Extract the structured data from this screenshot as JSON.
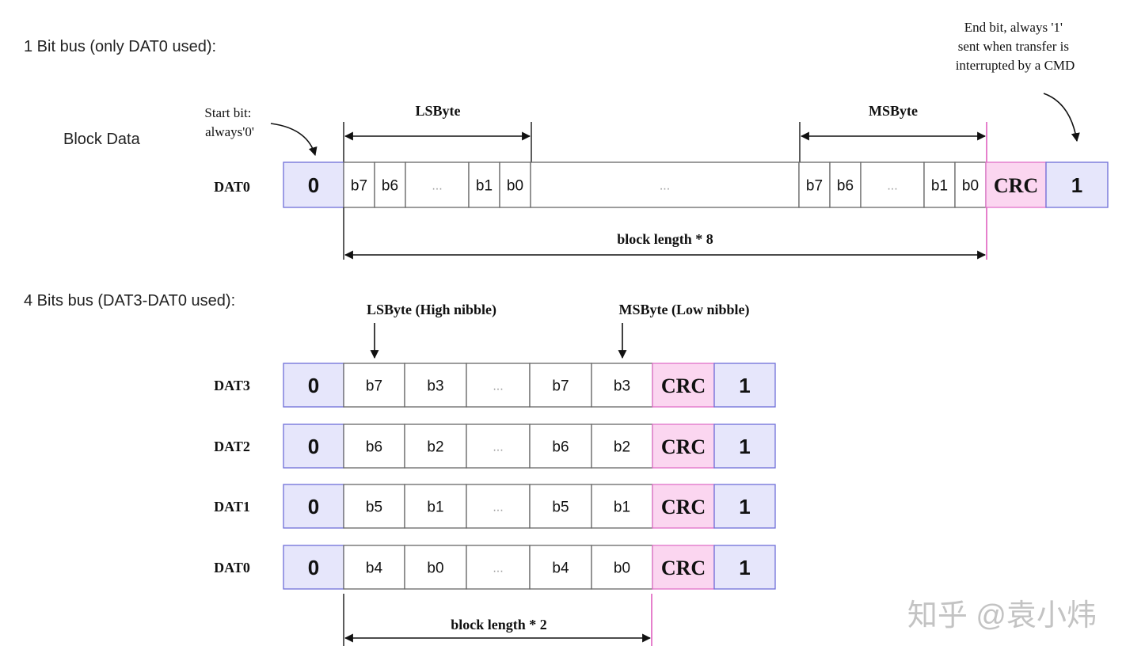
{
  "colors": {
    "start_end_fill": "#e6e6fb",
    "start_end_stroke": "#6f6fd8",
    "crc_fill": "#fbd6f0",
    "crc_stroke": "#e070c8",
    "bit_fill": "#ffffff",
    "line": "#111111"
  },
  "one_bit": {
    "heading": "1 Bit bus (only DAT0 used):",
    "block_label": "Block Data",
    "start_note": [
      "Start bit:",
      "always'0'"
    ],
    "end_note": [
      "End bit, always '1'",
      "sent when transfer is",
      "interrupted by a CMD"
    ],
    "lsbyte_label": "LSByte",
    "msbyte_label": "MSByte",
    "length_label": "block length * 8",
    "row": {
      "label": "DAT0",
      "cells": [
        {
          "text": "0",
          "kind": "start"
        },
        {
          "text": "b7",
          "kind": "bit"
        },
        {
          "text": "b6",
          "kind": "bit"
        },
        {
          "text": "...",
          "kind": "gap"
        },
        {
          "text": "b1",
          "kind": "bit"
        },
        {
          "text": "b0",
          "kind": "bit"
        },
        {
          "text": "...",
          "kind": "gap"
        },
        {
          "text": "b7",
          "kind": "bit"
        },
        {
          "text": "b6",
          "kind": "bit"
        },
        {
          "text": "...",
          "kind": "gap"
        },
        {
          "text": "b1",
          "kind": "bit"
        },
        {
          "text": "b0",
          "kind": "bit"
        },
        {
          "text": "CRC",
          "kind": "crc"
        },
        {
          "text": "1",
          "kind": "end"
        }
      ]
    }
  },
  "four_bit": {
    "heading": "4 Bits bus (DAT3-DAT0 used):",
    "lsbyte_label": "LSByte (High nibble)",
    "msbyte_label": "MSByte (Low nibble)",
    "length_label": "block length * 2",
    "rows": [
      {
        "label": "DAT3",
        "cells": [
          "0",
          "b7",
          "b3",
          "...",
          "b7",
          "b3",
          "CRC",
          "1"
        ]
      },
      {
        "label": "DAT2",
        "cells": [
          "0",
          "b6",
          "b2",
          "...",
          "b6",
          "b2",
          "CRC",
          "1"
        ]
      },
      {
        "label": "DAT1",
        "cells": [
          "0",
          "b5",
          "b1",
          "...",
          "b5",
          "b1",
          "CRC",
          "1"
        ]
      },
      {
        "label": "DAT0",
        "cells": [
          "0",
          "b4",
          "b0",
          "...",
          "b4",
          "b0",
          "CRC",
          "1"
        ]
      }
    ]
  },
  "watermark": "知乎 @袁小炜"
}
